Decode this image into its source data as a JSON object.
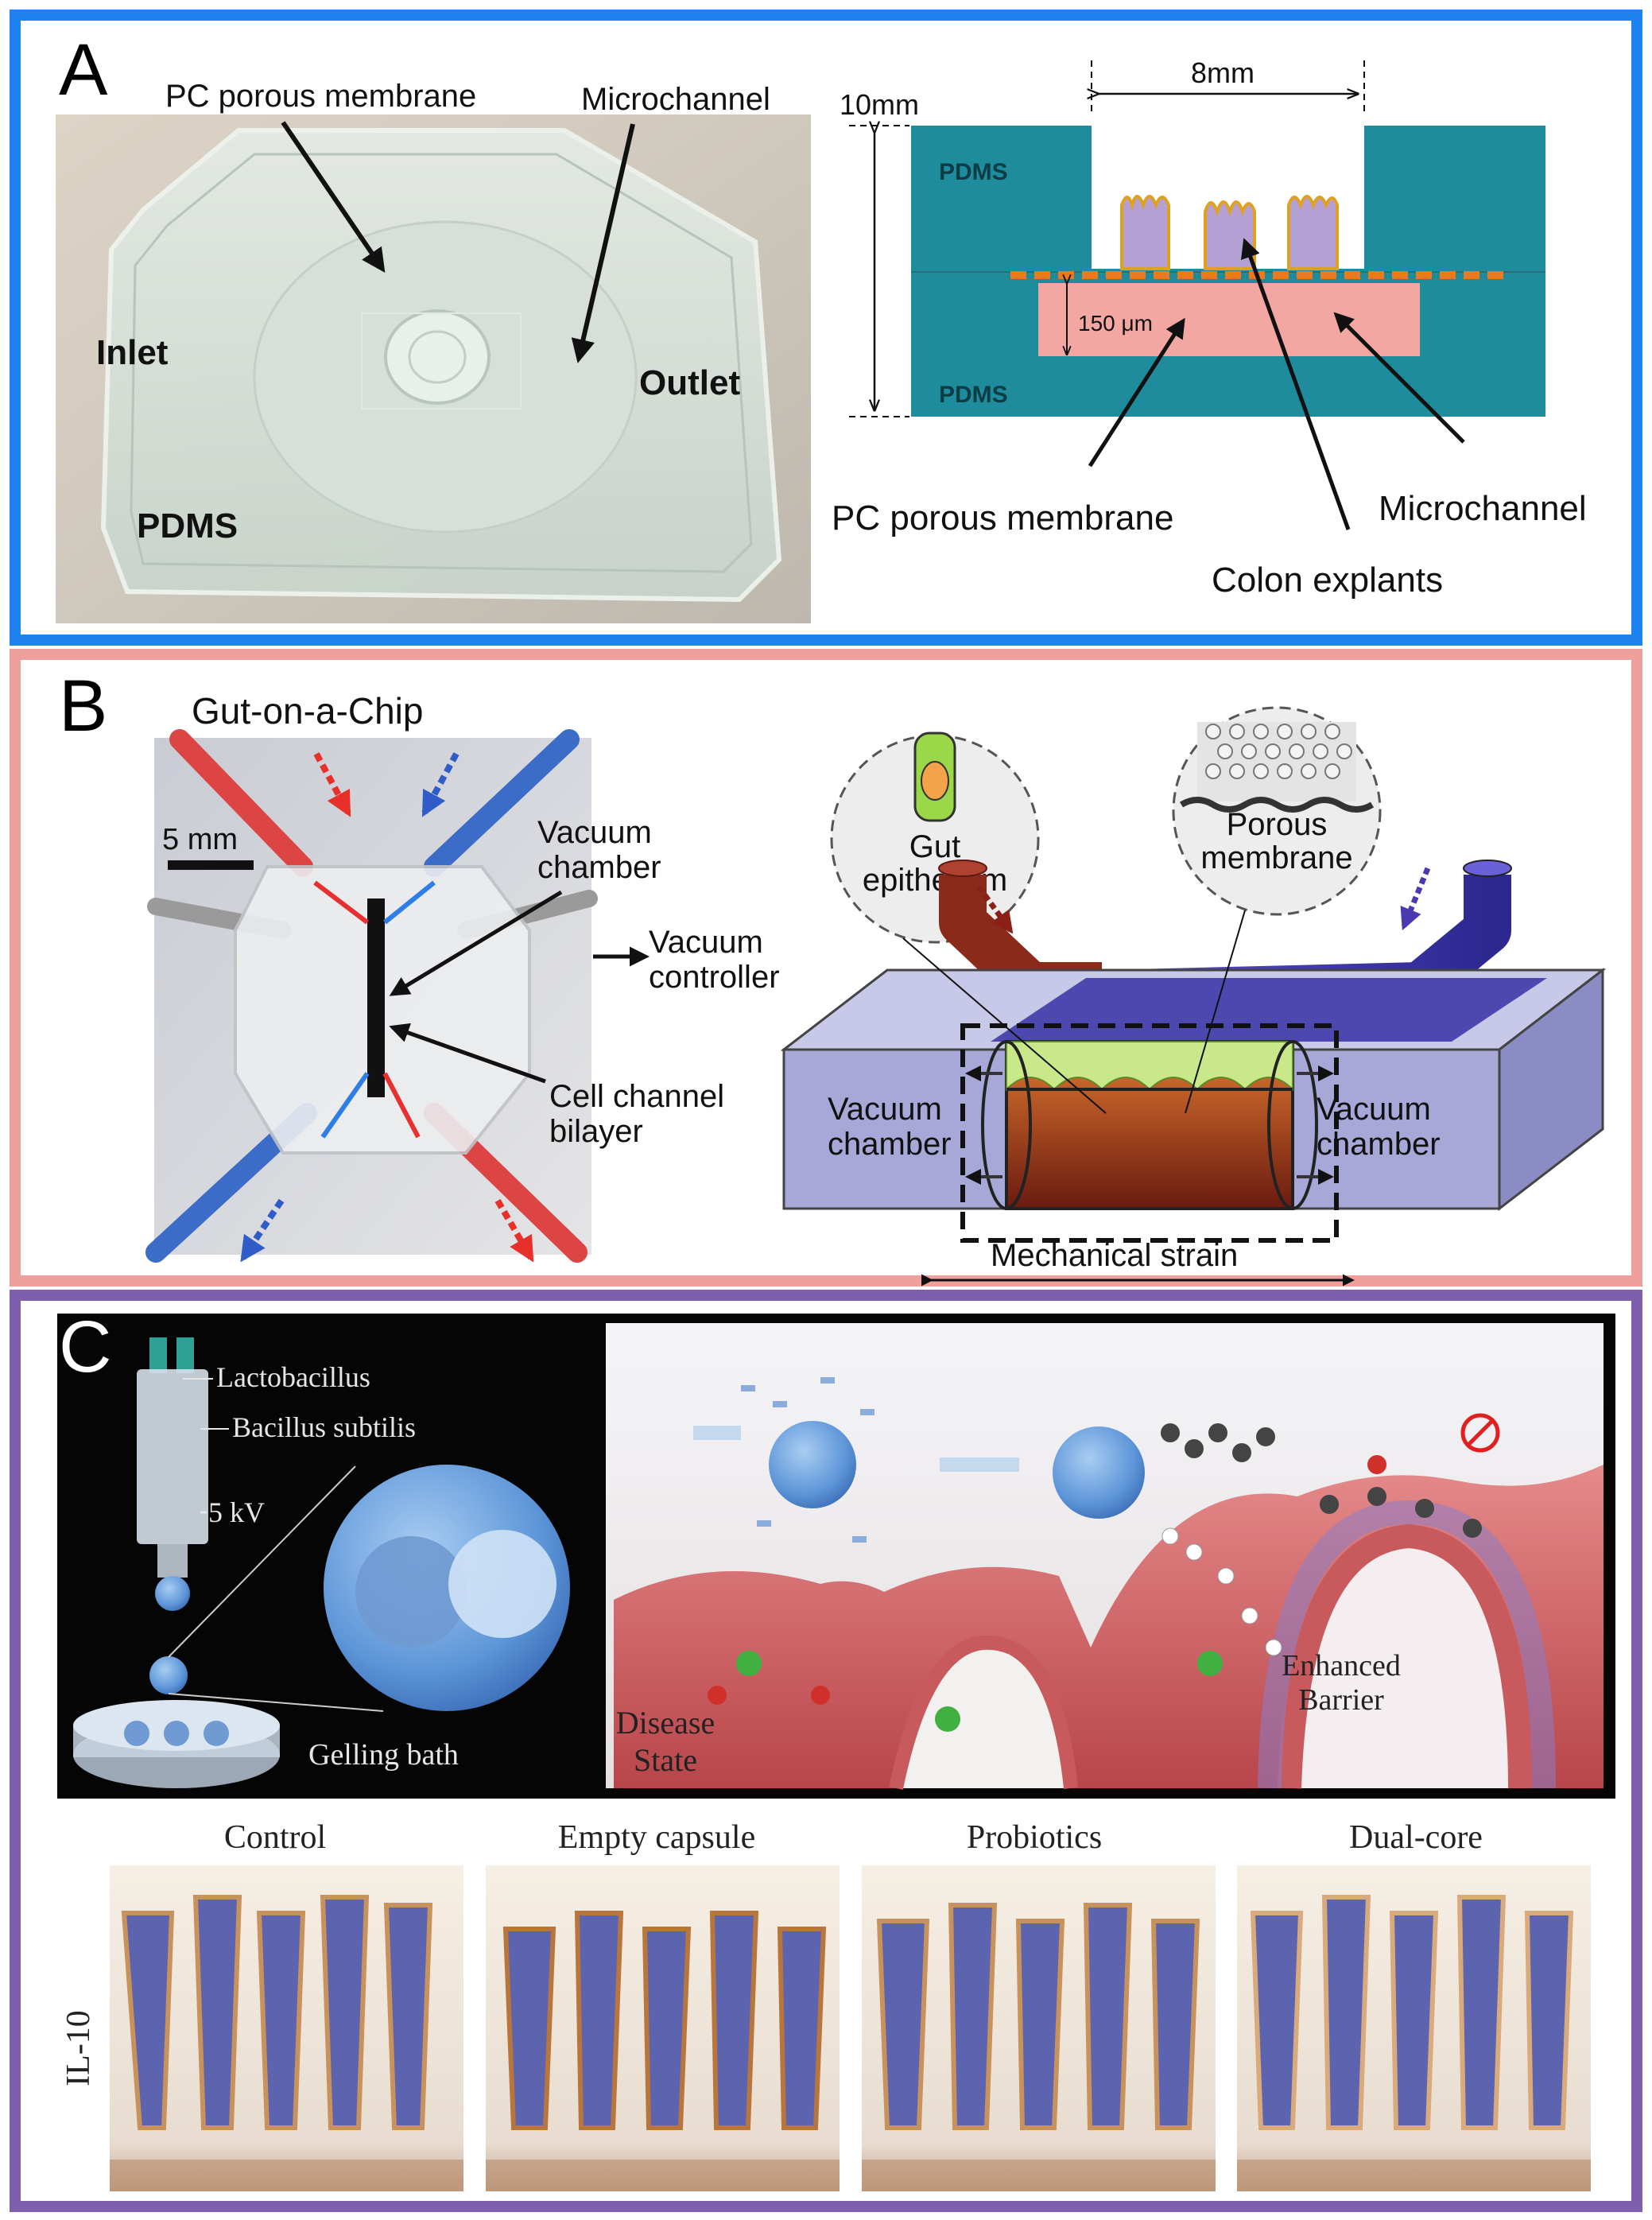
{
  "panelA": {
    "letter": "A",
    "photo_labels": {
      "membrane": "PC porous membrane",
      "microchannel": "Microchannel",
      "inlet": "Inlet",
      "outlet": "Outlet",
      "pdms": "PDMS"
    },
    "schematic": {
      "height_label": "10mm",
      "width_label": "8mm",
      "pdms_top": "PDMS",
      "pdms_bottom": "PDMS",
      "channel_height": "150 μm",
      "membrane": "PC porous membrane",
      "microchannel": "Microchannel",
      "explants": "Colon explants"
    }
  },
  "panelB": {
    "letter": "B",
    "title": "Gut-on-a-Chip",
    "scale": "5 mm",
    "vacuum_chamber_1": "Vacuum",
    "vacuum_chamber_2": "chamber",
    "vacuum_controller_1": "Vacuum",
    "vacuum_controller_2": "controller",
    "cell_channel_1": "Cell channel",
    "cell_channel_2": "bilayer",
    "gut_epithelium_1": "Gut",
    "gut_epithelium_2": "epithelium",
    "porous_membrane_1": "Porous",
    "porous_membrane_2": "membrane",
    "vacuum_left_1": "Vacuum",
    "vacuum_left_2": "chamber",
    "vacuum_right_1": "Vacuum",
    "vacuum_right_2": "chamber",
    "strain": "Mechanical strain"
  },
  "panelC": {
    "letter": "C",
    "lactobacillus": "Lactobacillus",
    "bacillus": "Bacillus subtilis",
    "voltage": "5 kV",
    "gelling": "Gelling bath",
    "disease_1": "Disease",
    "disease_2": "State",
    "barrier_1": "Enhanced",
    "barrier_2": "Barrier",
    "stain": "IL-10",
    "histology": [
      "Control",
      "Empty capsule",
      "Probiotics",
      "Dual-core"
    ]
  },
  "colors": {
    "panel_a_border": "#1e82f0",
    "panel_b_border": "#f0a09c",
    "panel_c_border": "#7e5fae",
    "pdms_teal": "#1e8c9c",
    "channel_pink": "#f3a7a2",
    "membrane_orange": "#f07818",
    "explant_purple": "#b4a0d2"
  }
}
